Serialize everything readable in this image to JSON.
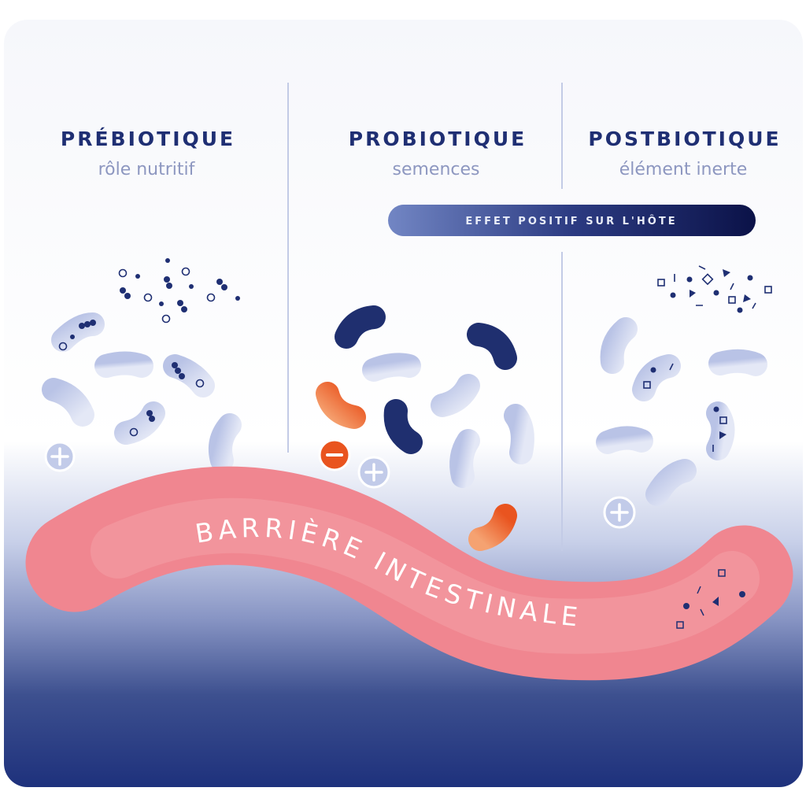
{
  "columns": [
    {
      "title": "PRÉBIOTIQUE",
      "subtitle": "rôle nutritif"
    },
    {
      "title": "PROBIOTIQUE",
      "subtitle": "semences"
    },
    {
      "title": "POSTBIOTIQUE",
      "subtitle": "élément inerte"
    }
  ],
  "banner": {
    "label": "EFFET POSITIF SUR L'HÔTE"
  },
  "barrier": {
    "label": "BARRIÈRE INTESTINALE"
  },
  "colors": {
    "navy": "#1f2f73",
    "pink": "#f08690",
    "orange": "#ee6a30",
    "pale": "#c9d1ec"
  }
}
